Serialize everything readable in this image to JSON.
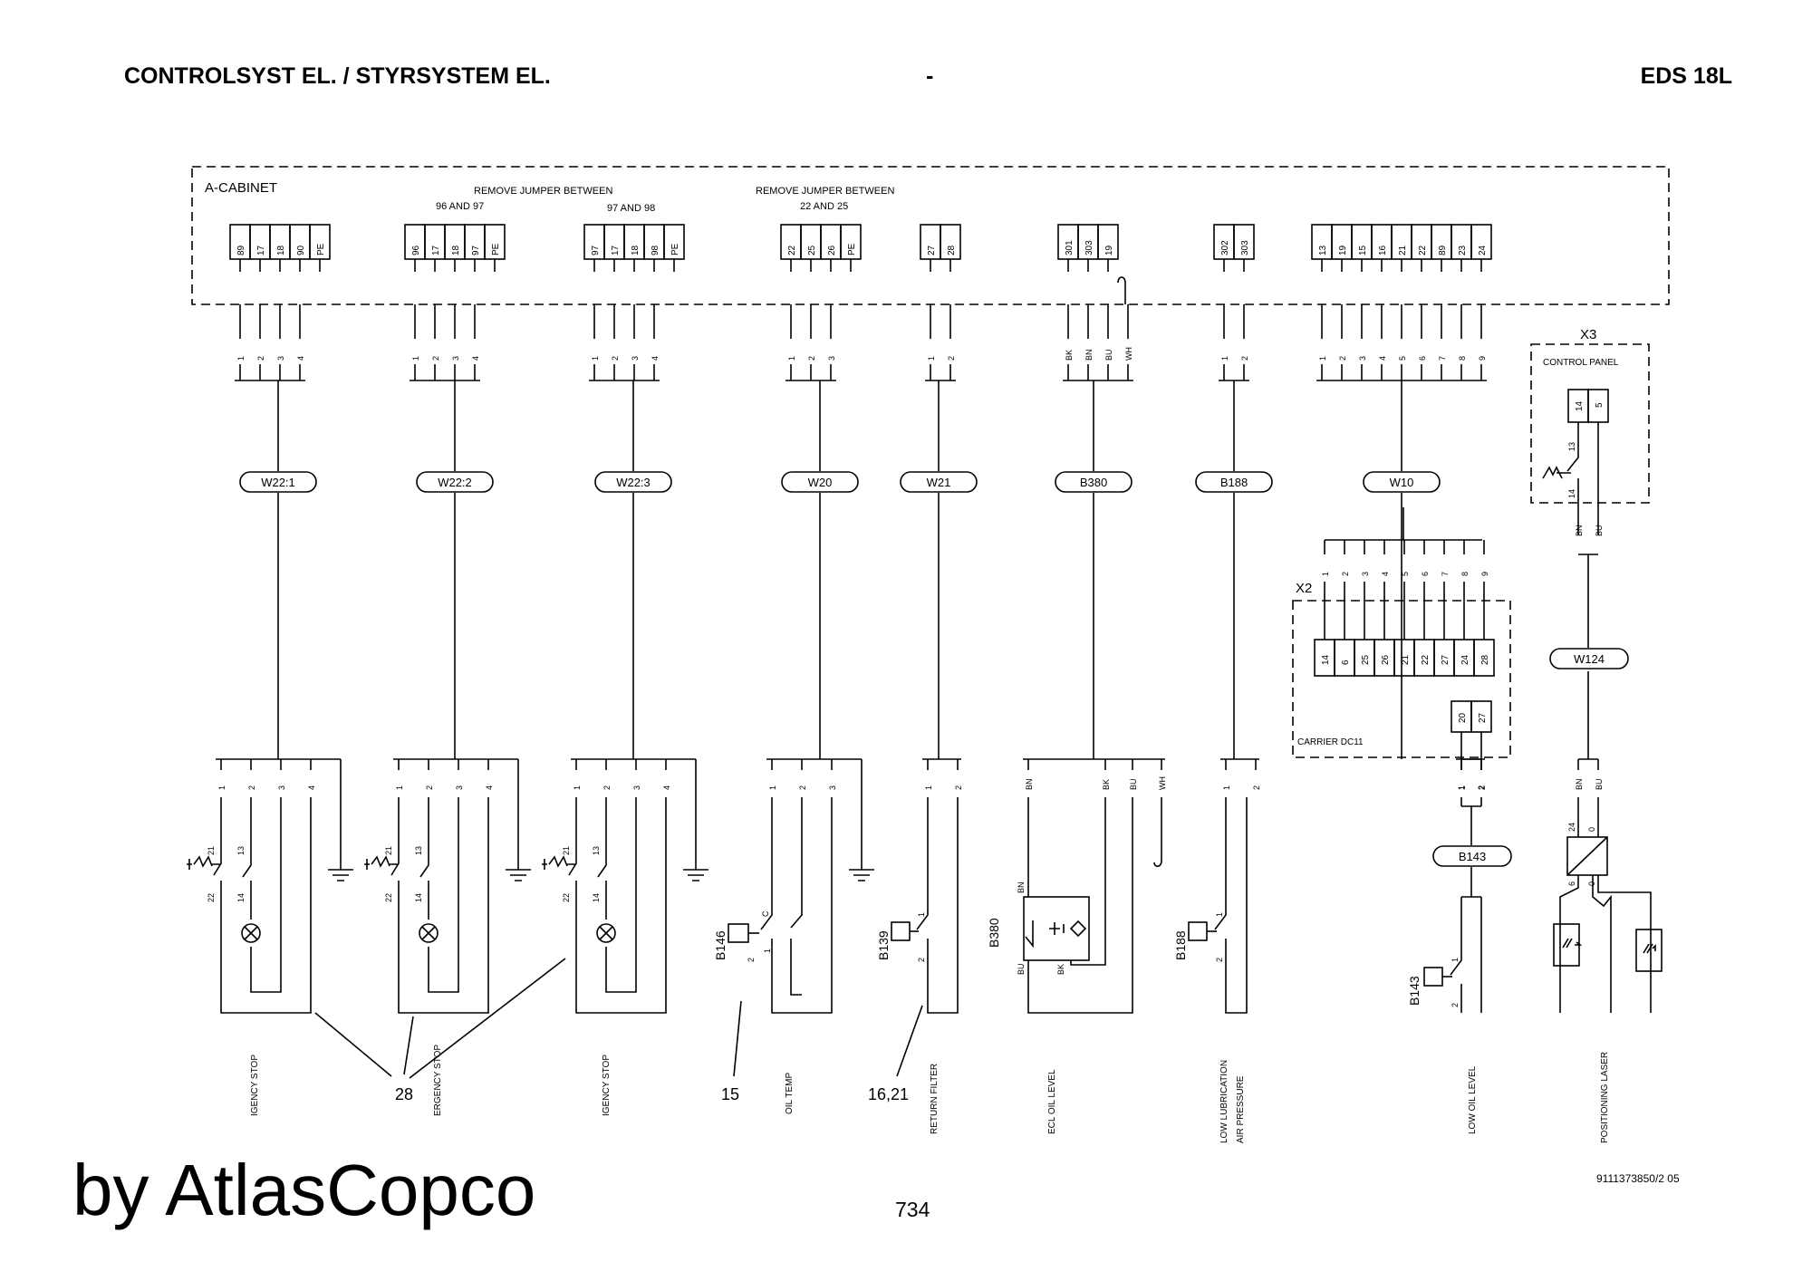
{
  "header": {
    "left": "CONTROLSYST EL. / STYRSYSTEM EL.",
    "center": "-",
    "right": "EDS 18L"
  },
  "cabinet": {
    "label": "A-CABINET",
    "notes": [
      {
        "line1": "REMOVE JUMPER BETWEEN",
        "line2a": "96 AND 97",
        "line2b": "97 AND 98"
      },
      {
        "line1": "REMOVE JUMPER BETWEEN",
        "line2": "22 AND 25"
      }
    ]
  },
  "terminal_blocks": [
    {
      "terminals": [
        "89",
        "17",
        "18",
        "90",
        "PE"
      ]
    },
    {
      "terminals": [
        "96",
        "17",
        "18",
        "97",
        "PE"
      ]
    },
    {
      "terminals": [
        "97",
        "17",
        "18",
        "98",
        "PE"
      ]
    },
    {
      "terminals": [
        "22",
        "25",
        "26",
        "PE"
      ]
    },
    {
      "terminals": [
        "27",
        "28"
      ]
    },
    {
      "terminals": [
        "301",
        "303",
        "19"
      ]
    },
    {
      "terminals": [
        "302",
        "303"
      ]
    },
    {
      "terminals": [
        "13",
        "19",
        "15",
        "16",
        "21",
        "22",
        "89",
        "23",
        "24"
      ]
    }
  ],
  "cables": {
    "upper_wires": [
      [
        "1",
        "2",
        "3",
        "4"
      ],
      [
        "1",
        "2",
        "3",
        "4"
      ],
      [
        "1",
        "2",
        "3",
        "4"
      ],
      [
        "1",
        "2",
        "3"
      ],
      [
        "1",
        "2"
      ],
      [
        "BK",
        "BN",
        "BU",
        "WH"
      ],
      [
        "1",
        "2"
      ],
      [
        "1",
        "2",
        "3",
        "4",
        "5",
        "6",
        "7",
        "8",
        "9"
      ]
    ],
    "labels": [
      "W22:1",
      "W22:2",
      "W22:3",
      "W20",
      "W21",
      "B380",
      "B188",
      "W10"
    ]
  },
  "control_panel": {
    "ref": "X3",
    "label": "CONTROL PANEL",
    "terminals": [
      "14",
      "5"
    ],
    "contacts": [
      "13",
      "14"
    ],
    "wires": [
      "BN",
      "BU"
    ],
    "cable": "W124"
  },
  "carrier": {
    "ref": "X2",
    "label": "CARRIER DC11",
    "wire_numbers": [
      "1",
      "2",
      "3",
      "4",
      "5",
      "6",
      "7",
      "8",
      "9"
    ],
    "terminals": [
      "14",
      "6",
      "25",
      "26",
      "21",
      "22",
      "27",
      "24",
      "28"
    ],
    "lower_terminals": [
      "20",
      "27"
    ],
    "cable": "B143"
  },
  "devices": {
    "lower_wires": [
      [
        "1",
        "2",
        "3",
        "4"
      ],
      [
        "1",
        "2",
        "3",
        "4"
      ],
      [
        "1",
        "2",
        "3",
        "4"
      ],
      [
        "1",
        "2",
        "3"
      ],
      [
        "1",
        "2"
      ],
      [
        "BN",
        "BK",
        "BU",
        "WH"
      ],
      [
        "1",
        "2"
      ],
      [
        "1",
        "2"
      ],
      [
        "BN",
        "BU"
      ]
    ],
    "estop_contacts": [
      "21",
      "22",
      "13",
      "14"
    ],
    "b146": {
      "ref": "B146",
      "pins": [
        "2",
        "1",
        "C"
      ]
    },
    "b139": {
      "ref": "B139",
      "pins": [
        "1",
        "2"
      ]
    },
    "b380": {
      "ref": "B380",
      "pins": [
        "BN",
        "BU",
        "BK"
      ]
    },
    "b188": {
      "ref": "B188",
      "pins": [
        "1",
        "2"
      ]
    },
    "b143": {
      "ref": "B143",
      "pins": [
        "1",
        "2"
      ]
    },
    "laser_pins": [
      "24",
      "0",
      "6",
      "0"
    ]
  },
  "functions": [
    "IGENCY STOP",
    "ERGENCY STOP",
    "IGENCY STOP",
    "OIL TEMP",
    "RETURN FILTER",
    "ECL OIL LEVEL",
    "LOW LUBRICATION",
    "AIR PRESSURE",
    "LOW OIL LEVEL",
    "POSITIONING LASER"
  ],
  "callouts": [
    "28",
    "15",
    "16,21"
  ],
  "footer": {
    "doc_code": "9111373850/2 05",
    "page": "734",
    "watermark": "by AtlasCopco"
  }
}
